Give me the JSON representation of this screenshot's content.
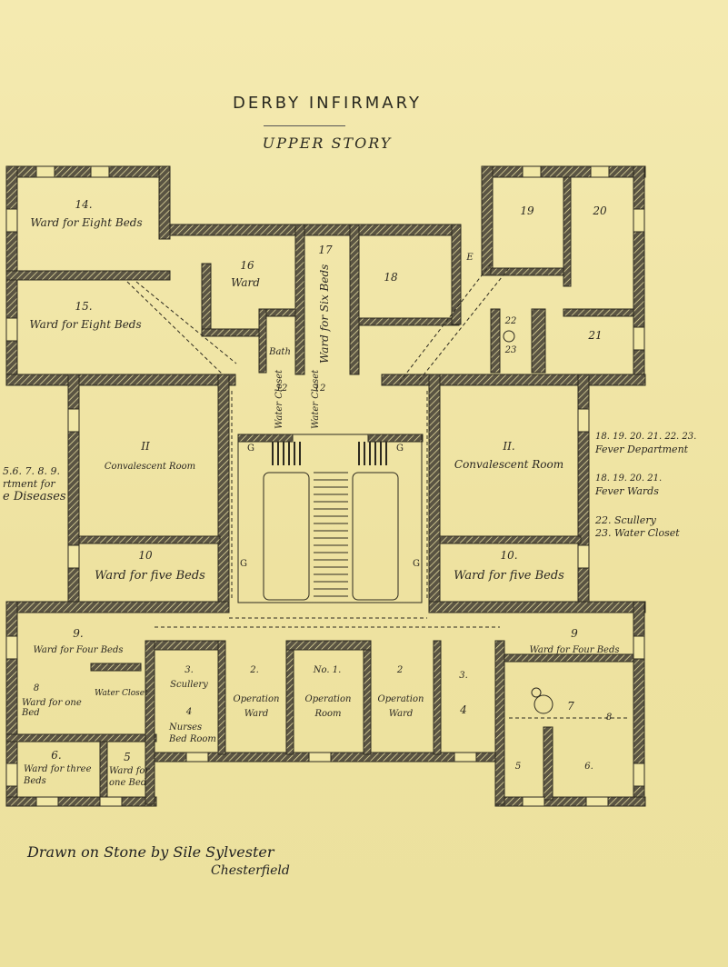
{
  "title": "DERBY INFIRMARY",
  "subtitle": "UPPER STORY",
  "rooms": {
    "r14_num": "14.",
    "r14_name": "Ward for Eight Beds",
    "r15_num": "15.",
    "r15_name": "Ward for Eight Beds",
    "r16_num": "16",
    "r16_name": "Ward",
    "r17_num": "17",
    "r17_name": "Ward for Six Beds",
    "r18_num": "18",
    "r19_num": "19",
    "r20_num": "20",
    "r21_num": "21",
    "r22_num": "22",
    "r23_num": "23",
    "rE": "E",
    "bath": "Bath",
    "wc1": "Water Closet",
    "wc2": "Water Closet",
    "num12a": "12",
    "num12b": "12",
    "conv_left_num": "II",
    "conv_left_name": "Convalescent Room",
    "conv_right_num": "II.",
    "conv_right_name": "Convalescent Room",
    "ward5_left_num": "10",
    "ward5_left_name": "Ward for five Beds",
    "ward5_right_num": "10.",
    "ward5_right_name": "Ward for five Beds",
    "ward4_left_num": "9.",
    "ward4_left_name": "Ward for Four Beds",
    "ward4_right_num": "9",
    "ward4_right_name": "Ward for Four Beds",
    "one_bed_num": "8",
    "one_bed_name": "Ward for one Bed",
    "wcloset_small": "Water Closet",
    "ward3_num": "6.",
    "ward3_name": "Ward for three Beds",
    "ward1_num": "5",
    "ward1_name": "Ward for one Bed",
    "scullery_num": "3.",
    "scullery_name": "Scullery",
    "nurses_num": "4",
    "nurses_name": "Nurses Bed Room",
    "op_ward_l_num": "2.",
    "op_ward_l_name": "Operation Ward",
    "op_room_num": "No. 1.",
    "op_room_name": "Operation Room",
    "op_ward_r_num": "2",
    "op_ward_r_name": "Operation Ward",
    "r3_right": "3.",
    "r4_right": "4",
    "r5_right": "5",
    "r6_right": "6.",
    "r7_right": "7",
    "r8_right": "8",
    "g1": "G",
    "g2": "G",
    "g3": "G",
    "g4": "G"
  },
  "left_legend": {
    "line1": "5.6. 7. 8. 9.",
    "line2": "rtment for",
    "line3": "e Diseases"
  },
  "right_legend": {
    "line1": "18. 19. 20. 21. 22. 23.",
    "line2": "Fever Department",
    "line3": "18. 19. 20. 21.",
    "line4": "Fever Wards",
    "line5": "22. Scullery",
    "line6": "23. Water Closet"
  },
  "signature": {
    "line1": "Drawn on Stone by Sile Sylvester",
    "line2": "Chesterfield"
  },
  "colors": {
    "paper": "#f1e7a6",
    "ink": "#2d2a1f",
    "wall": "#3a3528"
  }
}
